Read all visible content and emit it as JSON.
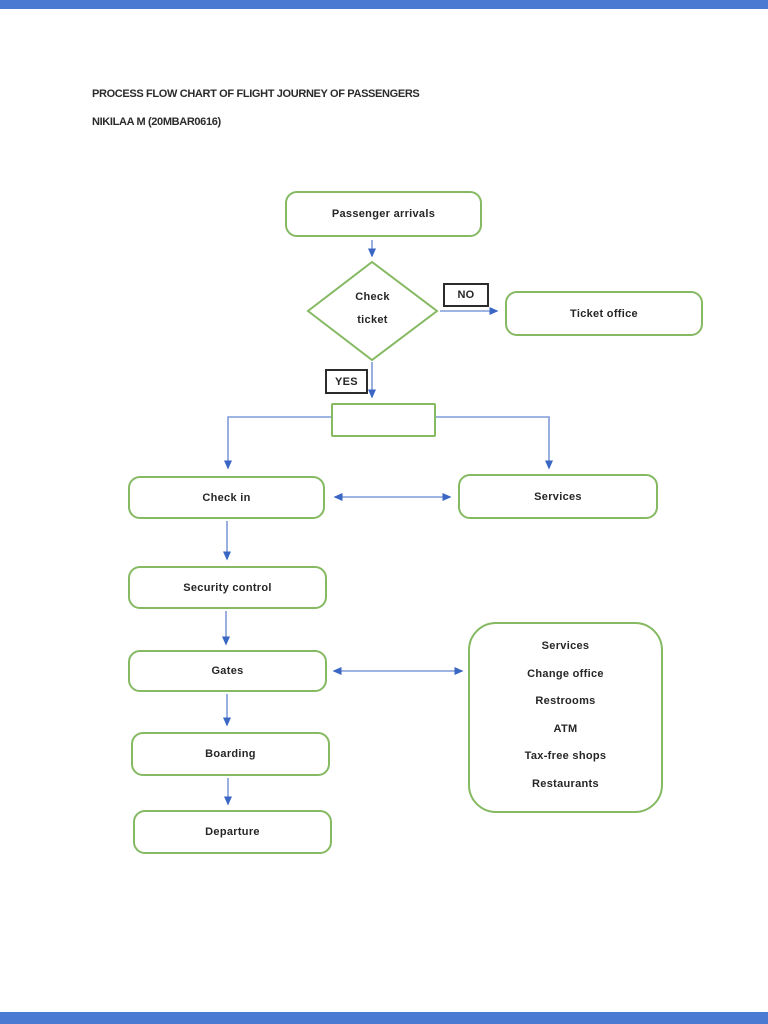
{
  "document": {
    "title": "PROCESS FLOW CHART OF FLIGHT JOURNEY OF PASSENGERS",
    "author_line": "NIKILAA M (20MBAR0616)"
  },
  "flowchart": {
    "start_node": "Passenger arrivals",
    "decision_node": {
      "line1": "Check",
      "line2": "ticket"
    },
    "decision_labels": {
      "no": "NO",
      "yes": "YES"
    },
    "ticket_office_node": "Ticket office",
    "check_in_node": "Check in",
    "services_node": "Services",
    "security_node": "Security control",
    "gates_node": "Gates",
    "boarding_node": "Boarding",
    "departure_node": "Departure",
    "amenities": [
      "Services",
      "Change office",
      "Restrooms",
      "ATM",
      "Tax-free shops",
      "Restaurants"
    ]
  },
  "colors": {
    "node_border_green": "#85b962",
    "connector_blue": "#7e9bd8",
    "arrowhead_blue": "#3a66c4",
    "text_dark": "#262626",
    "viewer_bar_blue": "#4a7ad2"
  }
}
